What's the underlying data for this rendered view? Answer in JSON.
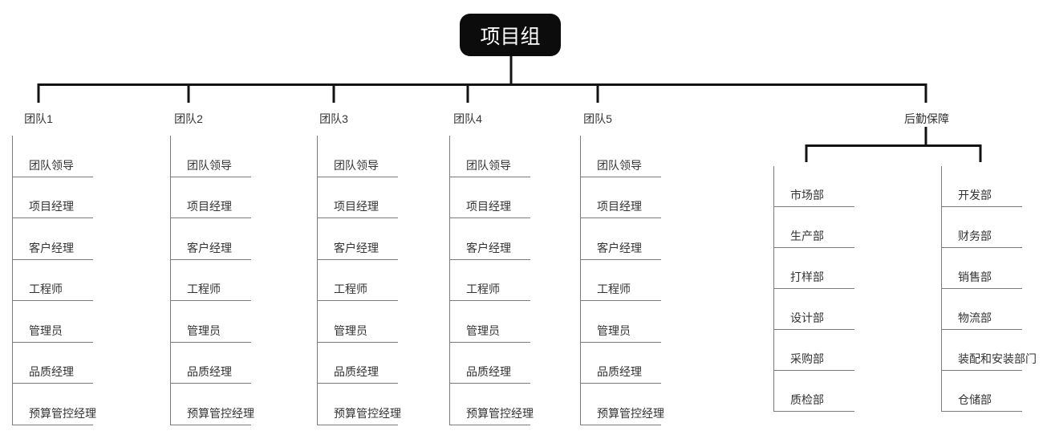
{
  "root": {
    "label": "项目组"
  },
  "teams": [
    {
      "label": "团队1",
      "members": [
        "团队领导",
        "项目经理",
        "客户经理",
        "工程师",
        "管理员",
        "品质经理",
        "预算管控经理"
      ]
    },
    {
      "label": "团队2",
      "members": [
        "团队领导",
        "项目经理",
        "客户经理",
        "工程师",
        "管理员",
        "品质经理",
        "预算管控经理"
      ]
    },
    {
      "label": "团队3",
      "members": [
        "团队领导",
        "项目经理",
        "客户经理",
        "工程师",
        "管理员",
        "品质经理",
        "预算管控经理"
      ]
    },
    {
      "label": "团队4",
      "members": [
        "团队领导",
        "项目经理",
        "客户经理",
        "工程师",
        "管理员",
        "品质经理",
        "预算管控经理"
      ]
    },
    {
      "label": "团队5",
      "members": [
        "团队领导",
        "项目经理",
        "客户经理",
        "工程师",
        "管理员",
        "品质经理",
        "预算管控经理"
      ]
    }
  ],
  "logistics": {
    "label": "后勤保障",
    "columns": [
      {
        "departments": [
          "市场部",
          "生产部",
          "打样部",
          "设计部",
          "采购部",
          "质检部"
        ]
      },
      {
        "departments": [
          "开发部",
          "财务部",
          "销售部",
          "物流部",
          "装配和安装部门",
          "仓储部"
        ]
      }
    ]
  },
  "colors": {
    "node_bg": "#0c0c0c",
    "node_text": "#ffffff",
    "connector": "#131313",
    "list_line": "#7b7b7b",
    "label_text": "#333333"
  }
}
